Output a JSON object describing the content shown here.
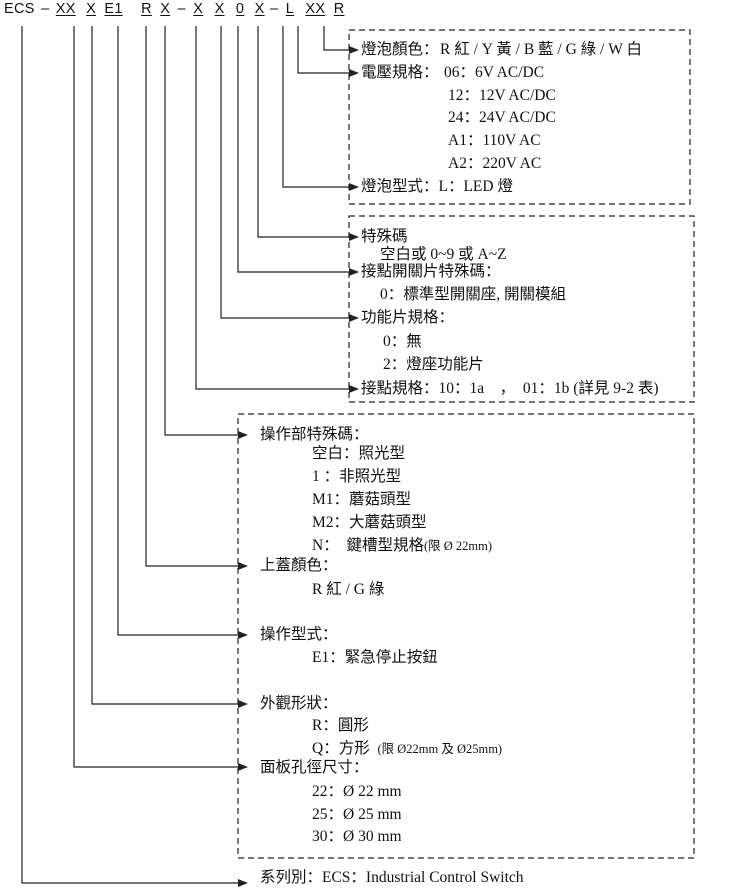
{
  "code": {
    "prefix": "ECS",
    "d1": "–",
    "xx_size": "XX",
    "x_shape": "X",
    "e1": "E1",
    "r_cover": "R",
    "x_spec": "X",
    "d2": "–",
    "x_contact": "X",
    "x_module": "X",
    "zero": "0",
    "x_special": "X",
    "d3": "–",
    "l_lamp": "L",
    "xx_voltage": "XX",
    "r_color": "R"
  },
  "bulb_color": {
    "label": "燈泡顏色：",
    "options": "R 紅 / Y 黃 / B 藍 / G 綠 / W 白"
  },
  "voltage": {
    "label": "電壓規格：",
    "first": "06：6V AC/DC",
    "items": [
      "12：12V AC/DC",
      "24：24V AC/DC",
      "A1：110V AC",
      "A2：220V AC"
    ]
  },
  "bulb_type": {
    "text": "燈泡型式：L：LED 燈"
  },
  "special_code": {
    "label": "特殊碼",
    "value": "空白或 0~9 或 A~Z"
  },
  "contact_special": {
    "label": "接點開關片特殊碼：",
    "value": "0：標準型開關座, 開關模組"
  },
  "function_module": {
    "label": "功能片規格：",
    "items": [
      "0：無",
      "2：燈座功能片"
    ]
  },
  "contact_spec": {
    "text": "接點規格：10：1a　，　01：1b (詳見 9-2 表)"
  },
  "operator_special": {
    "label": "操作部特殊碼：",
    "items": [
      "空白：照光型",
      "1 ：非照光型",
      "M1：蘑菇頭型",
      "M2：大蘑菇頭型"
    ],
    "n_item": "N：　鍵槽型規格",
    "n_note": "(限 Ø 22mm)"
  },
  "cover_color": {
    "label": "上蓋顏色：",
    "value": "R 紅 / G 綠"
  },
  "operator_type": {
    "label": "操作型式：",
    "value": "E1：緊急停止按鈕"
  },
  "shape": {
    "label": "外觀形狀：",
    "r_item": "R：圓形",
    "q_item": "Q：方形",
    "q_note": "(限 Ø22mm 及 Ø25mm)"
  },
  "hole_size": {
    "label": "面板孔徑尺寸：",
    "items": [
      "22：Ø 22 mm",
      "25：Ø 25 mm",
      "30：Ø 30 mm"
    ]
  },
  "series": {
    "text": "系列別：ECS：Industrial Control Switch"
  }
}
